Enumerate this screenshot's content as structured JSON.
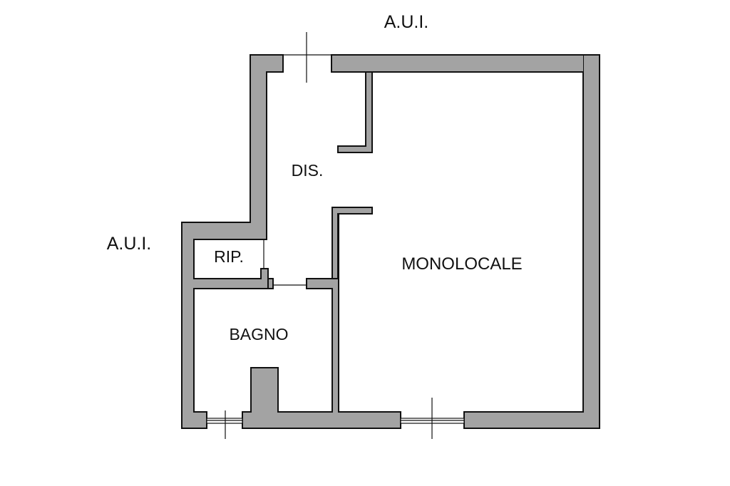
{
  "plan": {
    "outside_labels": {
      "top": "A.U.I.",
      "left": "A.U.I."
    },
    "rooms": {
      "corridor": "DIS.",
      "storage": "RIP.",
      "bathroom": "BAGNO",
      "studio": "MONOLOCALE"
    }
  }
}
